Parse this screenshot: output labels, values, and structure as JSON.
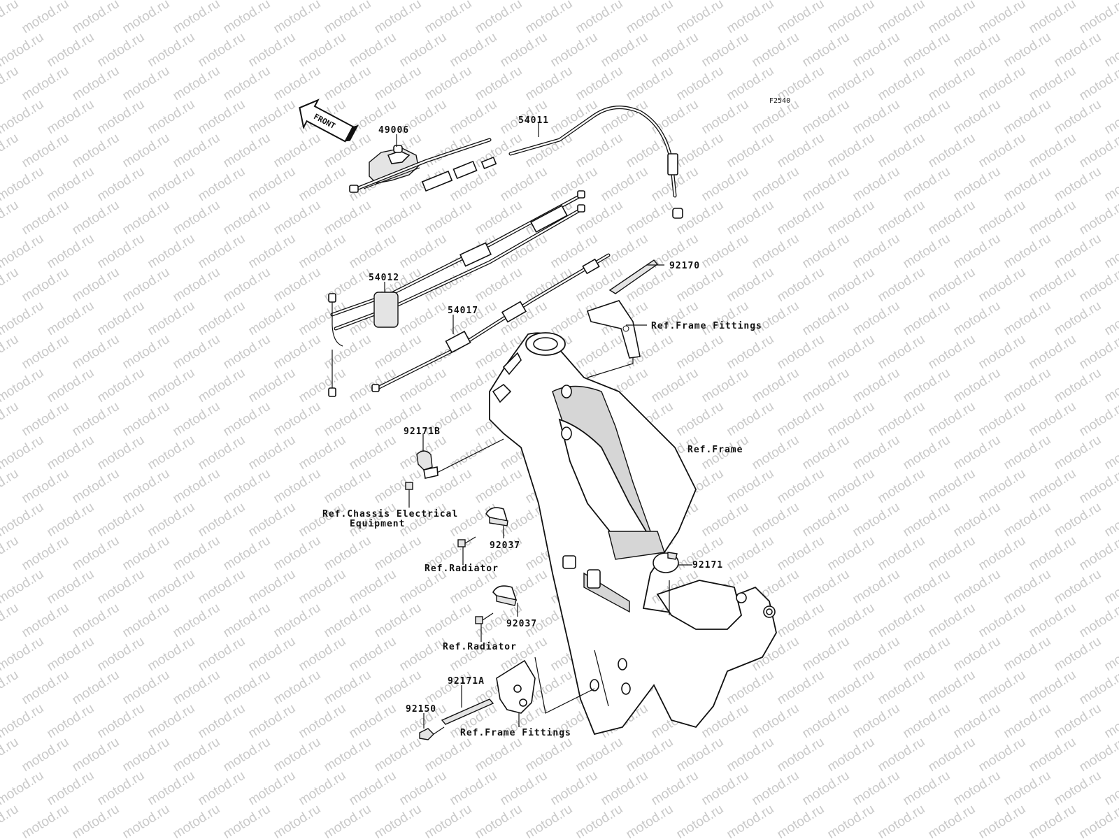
{
  "figure_code": "F2540",
  "front_arrow_label": "FRONT",
  "watermark": "motod.ru",
  "callouts": {
    "p49006": "49006",
    "p54011": "54011",
    "p54012": "54012",
    "p54017": "54017",
    "p92170": "92170",
    "ref_frame_fittings_top": "Ref.Frame Fittings",
    "p92171b": "92171B",
    "ref_frame": "Ref.Frame",
    "ref_chassis_line1": "Ref.Chassis Electrical",
    "ref_chassis_line2": "Equipment",
    "p92037_a": "92037",
    "ref_radiator_a": "Ref.Radiator",
    "p92171": "92171",
    "p92037_b": "92037",
    "ref_radiator_b": "Ref.Radiator",
    "p92171a": "92171A",
    "p92150": "92150",
    "ref_frame_fittings_bottom": "Ref.Frame Fittings"
  }
}
